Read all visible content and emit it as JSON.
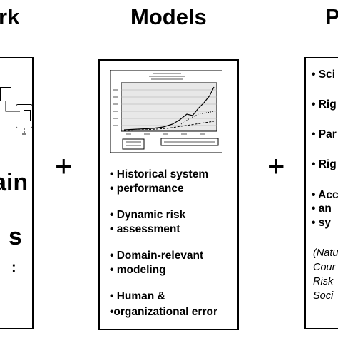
{
  "headings": {
    "left": "rk",
    "center": "Models",
    "right": "P"
  },
  "operators": {
    "plus_left": "+",
    "plus_right": "+"
  },
  "left_panel": {
    "big_line1": "ain",
    "big_line2": "s",
    "small_mark": ":"
  },
  "models_panel": {
    "items": [
      "• Historical system",
      "• performance",
      "• Dynamic risk",
      "•  assessment",
      "• Domain-relevant",
      "•   modeling",
      "• Human &",
      "•organizational error"
    ]
  },
  "right_panel": {
    "items": [
      "• Sci",
      "• Rig",
      "• Par",
      "• Rig",
      "• Acc",
      "•  an",
      "•  sy"
    ],
    "italic_lines": [
      "(Natu",
      "Cour",
      "Risk",
      "Soci"
    ]
  }
}
